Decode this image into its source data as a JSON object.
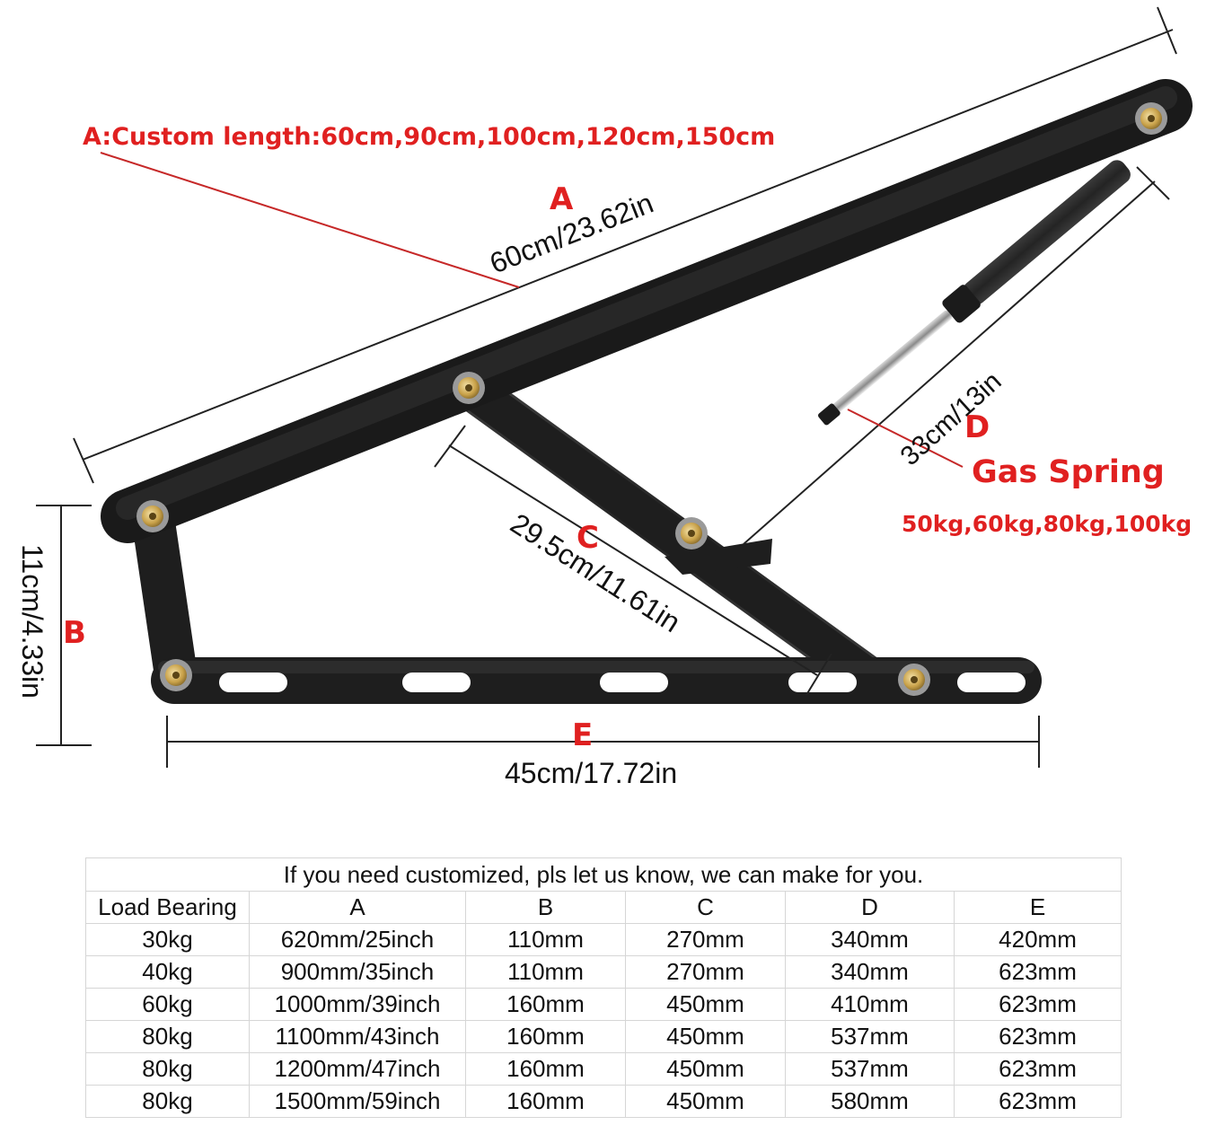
{
  "diagram": {
    "custom_length_note": "A:Custom length:60cm,90cm,100cm,120cm,150cm",
    "labels": {
      "a": "A",
      "b": "B",
      "c": "C",
      "d": "D",
      "e": "E",
      "gas_spring": "Gas Spring",
      "gas_spring_loads": "50kg,60kg,80kg,100kg"
    },
    "dimensions": {
      "a": "60cm/23.62in",
      "b": "11cm/4.33in",
      "c": "29.5cm/11.61in",
      "d": "33cm/13in",
      "e": "45cm/17.72in"
    },
    "colors": {
      "label_red": "#e02020",
      "arm_black": "#2b2b2b",
      "bolt_gold": "#c9a24a"
    }
  },
  "table": {
    "note": "If you need customized, pls let us know, we can make for you.",
    "headers": [
      "Load Bearing",
      "A",
      "B",
      "C",
      "D",
      "E"
    ],
    "rows": [
      [
        "30kg",
        "620mm/25inch",
        "110mm",
        "270mm",
        "340mm",
        "420mm"
      ],
      [
        "40kg",
        "900mm/35inch",
        "110mm",
        "270mm",
        "340mm",
        "623mm"
      ],
      [
        "60kg",
        "1000mm/39inch",
        "160mm",
        "450mm",
        "410mm",
        "623mm"
      ],
      [
        "80kg",
        "1100mm/43inch",
        "160mm",
        "450mm",
        "537mm",
        "623mm"
      ],
      [
        "80kg",
        "1200mm/47inch",
        "160mm",
        "450mm",
        "537mm",
        "623mm"
      ],
      [
        "80kg",
        "1500mm/59inch",
        "160mm",
        "450mm",
        "580mm",
        "623mm"
      ]
    ]
  }
}
